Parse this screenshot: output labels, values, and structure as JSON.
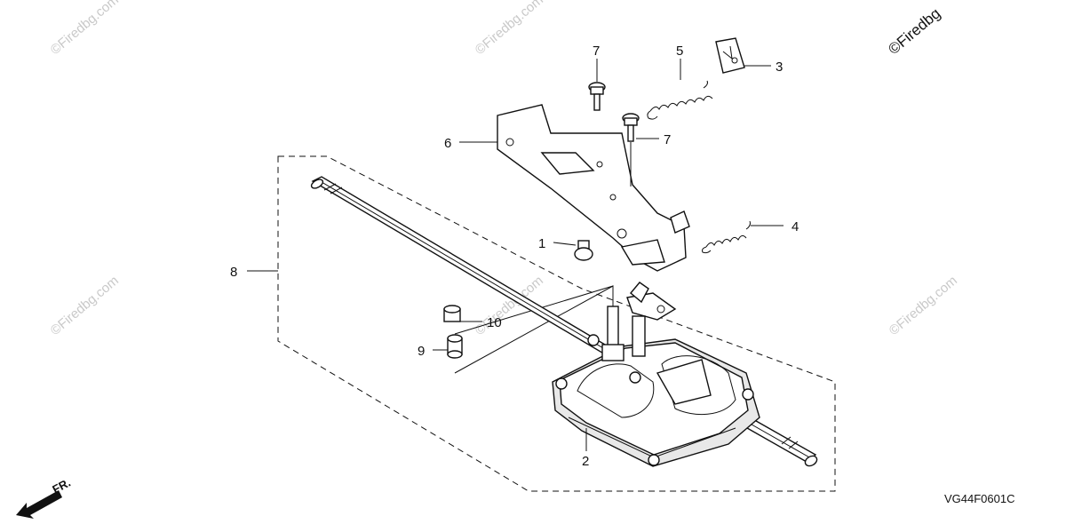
{
  "watermarks": {
    "light": "©Firedbg.com",
    "corner": "©Firedbg"
  },
  "callouts": {
    "c1": "1",
    "c2": "2",
    "c3": "3",
    "c4": "4",
    "c5": "5",
    "c6": "6",
    "c7a": "7",
    "c7b": "7",
    "c8": "8",
    "c9": "9",
    "c10": "10"
  },
  "diagram_code": "VG44F0601C",
  "front_marker": "FR."
}
